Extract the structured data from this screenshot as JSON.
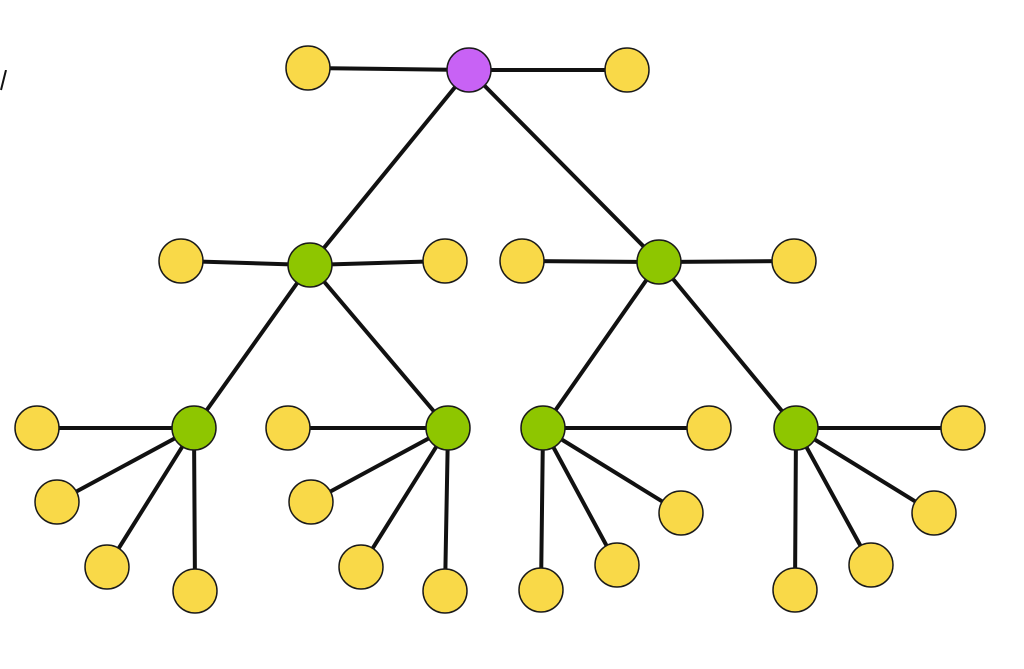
{
  "colors": {
    "background": "#ffffff",
    "edge": "#111111",
    "node_outline": "#1a1a1a",
    "root_node": "#c862f5",
    "hub_node": "#8ec600",
    "leaf_node": "#f9d948"
  },
  "diagram": {
    "type": "hierarchical-tree",
    "nodes": [
      {
        "id": "root",
        "kind": "root"
      },
      {
        "id": "root-leaf-left",
        "kind": "leaf"
      },
      {
        "id": "root-leaf-right",
        "kind": "leaf"
      },
      {
        "id": "hub-left",
        "kind": "hub"
      },
      {
        "id": "hub-right",
        "kind": "hub"
      },
      {
        "id": "hub-left-leaf-left",
        "kind": "leaf"
      },
      {
        "id": "hub-left-leaf-right",
        "kind": "leaf"
      },
      {
        "id": "hub-right-leaf-left",
        "kind": "leaf"
      },
      {
        "id": "hub-right-leaf-right",
        "kind": "leaf"
      },
      {
        "id": "hub-ll",
        "kind": "hub"
      },
      {
        "id": "hub-lr",
        "kind": "hub"
      },
      {
        "id": "hub-rl",
        "kind": "hub"
      },
      {
        "id": "hub-rr",
        "kind": "hub"
      },
      {
        "id": "hub-ll-leaf-1",
        "kind": "leaf"
      },
      {
        "id": "hub-ll-leaf-2",
        "kind": "leaf"
      },
      {
        "id": "hub-ll-leaf-3",
        "kind": "leaf"
      },
      {
        "id": "hub-ll-leaf-4",
        "kind": "leaf"
      },
      {
        "id": "hub-lr-leaf-1",
        "kind": "leaf"
      },
      {
        "id": "hub-lr-leaf-2",
        "kind": "leaf"
      },
      {
        "id": "hub-lr-leaf-3",
        "kind": "leaf"
      },
      {
        "id": "hub-lr-leaf-4",
        "kind": "leaf"
      },
      {
        "id": "hub-rl-leaf-1",
        "kind": "leaf"
      },
      {
        "id": "hub-rl-leaf-2",
        "kind": "leaf"
      },
      {
        "id": "hub-rl-leaf-3",
        "kind": "leaf"
      },
      {
        "id": "hub-rl-leaf-4",
        "kind": "leaf"
      },
      {
        "id": "hub-rr-leaf-1",
        "kind": "leaf"
      },
      {
        "id": "hub-rr-leaf-2",
        "kind": "leaf"
      },
      {
        "id": "hub-rr-leaf-3",
        "kind": "leaf"
      },
      {
        "id": "hub-rr-leaf-4",
        "kind": "leaf"
      }
    ],
    "edges": [
      [
        "root",
        "root-leaf-left"
      ],
      [
        "root",
        "root-leaf-right"
      ],
      [
        "root",
        "hub-left"
      ],
      [
        "root",
        "hub-right"
      ],
      [
        "hub-left",
        "hub-left-leaf-left"
      ],
      [
        "hub-left",
        "hub-left-leaf-right"
      ],
      [
        "hub-left",
        "hub-ll"
      ],
      [
        "hub-left",
        "hub-lr"
      ],
      [
        "hub-right",
        "hub-right-leaf-left"
      ],
      [
        "hub-right",
        "hub-right-leaf-right"
      ],
      [
        "hub-right",
        "hub-rl"
      ],
      [
        "hub-right",
        "hub-rr"
      ],
      [
        "hub-ll",
        "hub-ll-leaf-1"
      ],
      [
        "hub-ll",
        "hub-ll-leaf-2"
      ],
      [
        "hub-ll",
        "hub-ll-leaf-3"
      ],
      [
        "hub-ll",
        "hub-ll-leaf-4"
      ],
      [
        "hub-lr",
        "hub-lr-leaf-1"
      ],
      [
        "hub-lr",
        "hub-lr-leaf-2"
      ],
      [
        "hub-lr",
        "hub-lr-leaf-3"
      ],
      [
        "hub-lr",
        "hub-lr-leaf-4"
      ],
      [
        "hub-rl",
        "hub-rl-leaf-1"
      ],
      [
        "hub-rl",
        "hub-rl-leaf-2"
      ],
      [
        "hub-rl",
        "hub-rl-leaf-3"
      ],
      [
        "hub-rl",
        "hub-rl-leaf-4"
      ],
      [
        "hub-rr",
        "hub-rr-leaf-1"
      ],
      [
        "hub-rr",
        "hub-rr-leaf-2"
      ],
      [
        "hub-rr",
        "hub-rr-leaf-3"
      ],
      [
        "hub-rr",
        "hub-rr-leaf-4"
      ]
    ]
  }
}
